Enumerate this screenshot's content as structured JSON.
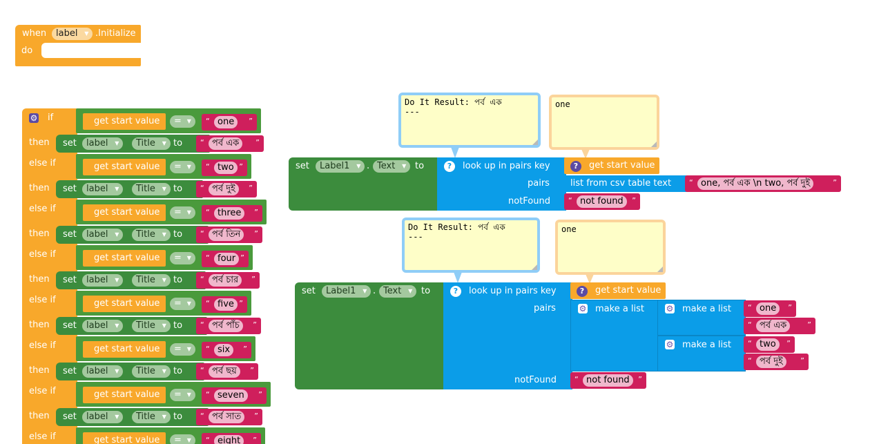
{
  "event_block": {
    "when": "when",
    "component": "label",
    "event": ".Initialize",
    "do": "do"
  },
  "if_block": {
    "clauses": [
      {
        "cond_kw": "if",
        "then_kw": "then",
        "get_label": "get start value",
        "op": "=",
        "string": "one",
        "set_kw": "set",
        "component": "label",
        "property": "Title",
        "to_kw": "to",
        "value": "পর্ব এক"
      },
      {
        "cond_kw": "else if",
        "then_kw": "then",
        "get_label": "get start value",
        "op": "=",
        "string": "two",
        "set_kw": "set",
        "component": "label",
        "property": "Title",
        "to_kw": "to",
        "value": "পর্ব দুই"
      },
      {
        "cond_kw": "else if",
        "then_kw": "then",
        "get_label": "get start value",
        "op": "=",
        "string": "three",
        "set_kw": "set",
        "component": "label",
        "property": "Title",
        "to_kw": "to",
        "value": "পর্ব তিন"
      },
      {
        "cond_kw": "else if",
        "then_kw": "then",
        "get_label": "get start value",
        "op": "=",
        "string": "four",
        "set_kw": "set",
        "component": "label",
        "property": "Title",
        "to_kw": "to",
        "value": "পর্ব চার"
      },
      {
        "cond_kw": "else if",
        "then_kw": "then",
        "get_label": "get start value",
        "op": "=",
        "string": "five",
        "set_kw": "set",
        "component": "label",
        "property": "Title",
        "to_kw": "to",
        "value": "পর্ব পাঁচ"
      },
      {
        "cond_kw": "else if",
        "then_kw": "then",
        "get_label": "get start value",
        "op": "=",
        "string": "six",
        "set_kw": "set",
        "component": "label",
        "property": "Title",
        "to_kw": "to",
        "value": "পর্ব ছয়"
      },
      {
        "cond_kw": "else if",
        "then_kw": "then",
        "get_label": "get start value",
        "op": "=",
        "string": "seven",
        "set_kw": "set",
        "component": "label",
        "property": "Title",
        "to_kw": "to",
        "value": "পর্ব সাত"
      },
      {
        "cond_kw": "else if",
        "get_label": "get start value",
        "op": "=",
        "string": "eight"
      }
    ]
  },
  "lookup_csv": {
    "result_bubble": "Do It Result: পর্ব এক\n---",
    "key_bubble": "one",
    "set_kw": "set",
    "component": "Label1",
    "dot": ".",
    "property": "Text",
    "to_kw": "to",
    "lookup_label": "look up in pairs  key",
    "pairs_label": "pairs",
    "notfound_label": "notFound",
    "get_label": "get start value",
    "csv_label": "list from csv table  text",
    "csv_text": "one, পর্ব এক \\n two, পর্ব দুই",
    "notfound_value": "not found"
  },
  "lookup_list": {
    "result_bubble": "Do It Result: পর্ব এক\n---",
    "key_bubble": "one",
    "set_kw": "set",
    "component": "Label1",
    "dot": ".",
    "property": "Text",
    "to_kw": "to",
    "lookup_label": "look up in pairs  key",
    "pairs_label": "pairs",
    "notfound_label": "notFound",
    "get_label": "get start value",
    "make_list": "make a list",
    "item1": "one",
    "item2": "পর্ব এক",
    "item3": "two",
    "item4": "পর্ব দুই",
    "notfound_value": "not found"
  },
  "colors": {
    "control": "#f8a82b",
    "component": "#3c8c3d",
    "lists": "#0b9de8",
    "text": "#cf1f5c",
    "bubble_bg": "#fefec8"
  }
}
